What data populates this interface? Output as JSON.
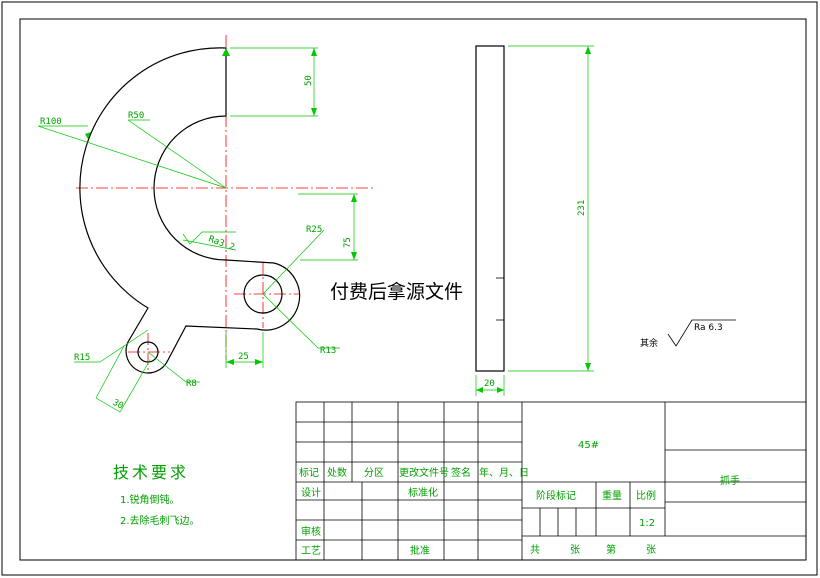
{
  "dimensions": {
    "r100": "R100",
    "r50": "R50",
    "d50": "50",
    "d75": "75",
    "r25": "R25",
    "r13": "R13",
    "d25": "25",
    "r15": "R15",
    "r8": "R8",
    "d30": "30",
    "d231": "231",
    "d20": "20",
    "ra_local": "Ra3.2"
  },
  "surface_finish": {
    "label": "其余",
    "value": "Ra 6.3"
  },
  "overlay_text": "付费后拿源文件",
  "tech_requirements": {
    "title": "技术要求",
    "items": [
      "1.锐角倒钝。",
      "2.去除毛刺飞边。"
    ]
  },
  "title_block": {
    "material": "45#",
    "part_name": "抓手",
    "rev_headers": [
      "标记",
      "处数",
      "分区",
      "更改文件号",
      "签名",
      "年、月、日"
    ],
    "design": "设计",
    "standardize": "标准化",
    "review": "审核",
    "process": "工艺",
    "approve": "批准",
    "stage_mark": "阶段标记",
    "weight": "重量",
    "scale_label": "比例",
    "scale_value": "1:2",
    "sheets": [
      "共",
      "张",
      "第",
      "张"
    ]
  },
  "colors": {
    "outline": "#000000",
    "dimension": "#00c800",
    "centerline": "#ff0000"
  }
}
